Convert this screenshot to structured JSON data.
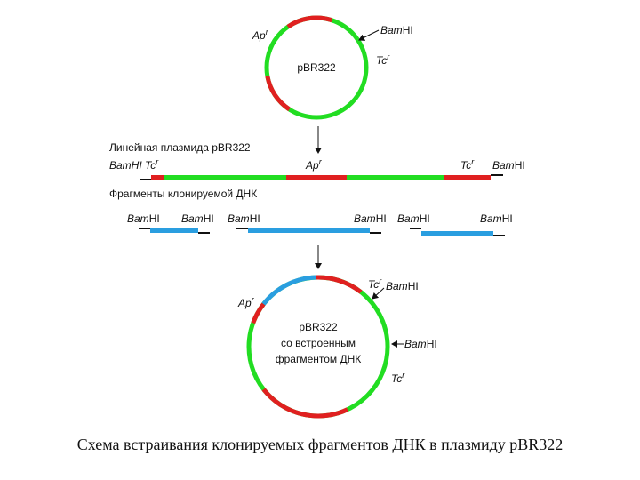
{
  "colors": {
    "vector": "#22dd22",
    "ap_gene": "#e02020",
    "tc_gene": "#e02020",
    "insert": "#2a9ee0",
    "line": "#111111"
  },
  "top_plasmid": {
    "name": "pBR322",
    "ap_label": "Ap",
    "ap_sup": "r",
    "tc_label": "Tc",
    "tc_sup": "r",
    "bam_label": "BamHI"
  },
  "linear": {
    "title": "Линейная плазмида pBR322",
    "left_label": "BamHI Tc",
    "left_sup": "r",
    "ap_label": "Ap",
    "ap_sup": "r",
    "tc_label": "Tc",
    "tc_sup": "r",
    "right_label": "BamHI"
  },
  "fragments": {
    "title": "Фрагменты клонируемой ДНК",
    "labels": [
      "BamHI",
      "BamHI",
      "BamHI",
      "BamHI",
      "BamHI",
      "BamHI"
    ]
  },
  "bottom_plasmid": {
    "text_lines": [
      "pBR322",
      "со встроенным",
      "фрагментом ДНК"
    ],
    "ap_label": "Ap",
    "ap_sup": "r",
    "tc_top_label": "Tc",
    "tc_top_sup": "r",
    "bam_top_label": "BamHI",
    "bam_right_label": "BamHI",
    "tc_bottom_label": "Tc",
    "tc_bottom_sup": "r"
  },
  "caption": "Схема встраивания клонируемых фрагментов ДНК в плазмиду pBR322"
}
